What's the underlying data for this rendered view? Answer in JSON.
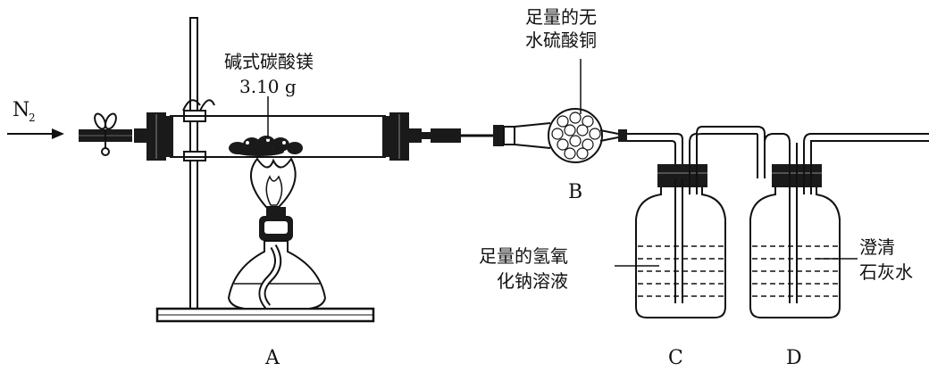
{
  "labels": {
    "gas_inlet": "N",
    "gas_inlet_sub": "2",
    "sample_name": "碱式碳酸镁",
    "sample_mass": "3.10 g",
    "cuso4_line1": "足量的无",
    "cuso4_line2": "水硫酸铜",
    "naoh_line1": "足量的氢氧",
    "naoh_line2": "化钠溶液",
    "limewater_line1": "澄清",
    "limewater_line2": "石灰水"
  },
  "parts": {
    "a": "A",
    "b": "B",
    "c": "C",
    "d": "D"
  }
}
